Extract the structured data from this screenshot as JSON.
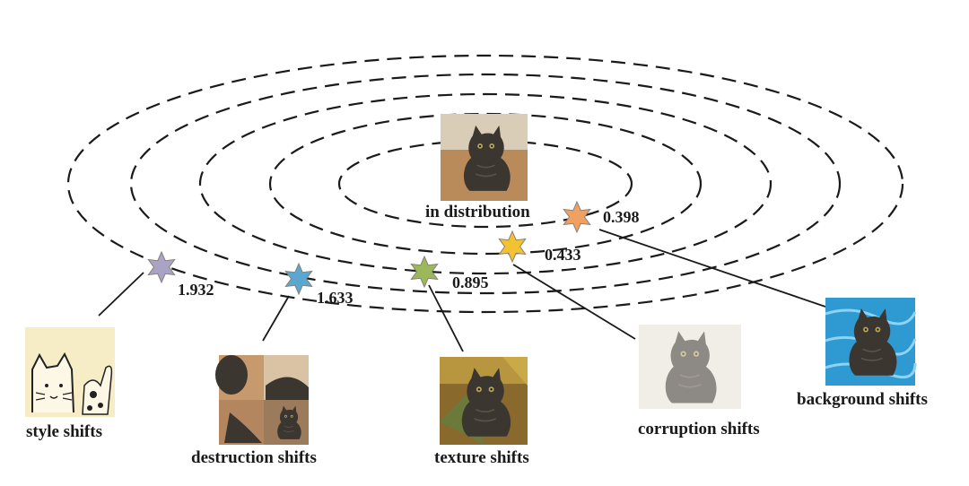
{
  "center": {
    "label": "in distribution"
  },
  "shifts": [
    {
      "id": "background",
      "label": "background shifts",
      "value": "0.398",
      "star_color": "#f0a060"
    },
    {
      "id": "corruption",
      "label": "corruption shifts",
      "value": "0.433",
      "star_color": "#f2c230"
    },
    {
      "id": "texture",
      "label": "texture shifts",
      "value": "0.895",
      "star_color": "#9bb85a"
    },
    {
      "id": "destruction",
      "label": "destruction shifts",
      "value": "1.633",
      "star_color": "#5aa8d0"
    },
    {
      "id": "style",
      "label": "style shifts",
      "value": "1.932",
      "star_color": "#a9a3c6"
    }
  ]
}
